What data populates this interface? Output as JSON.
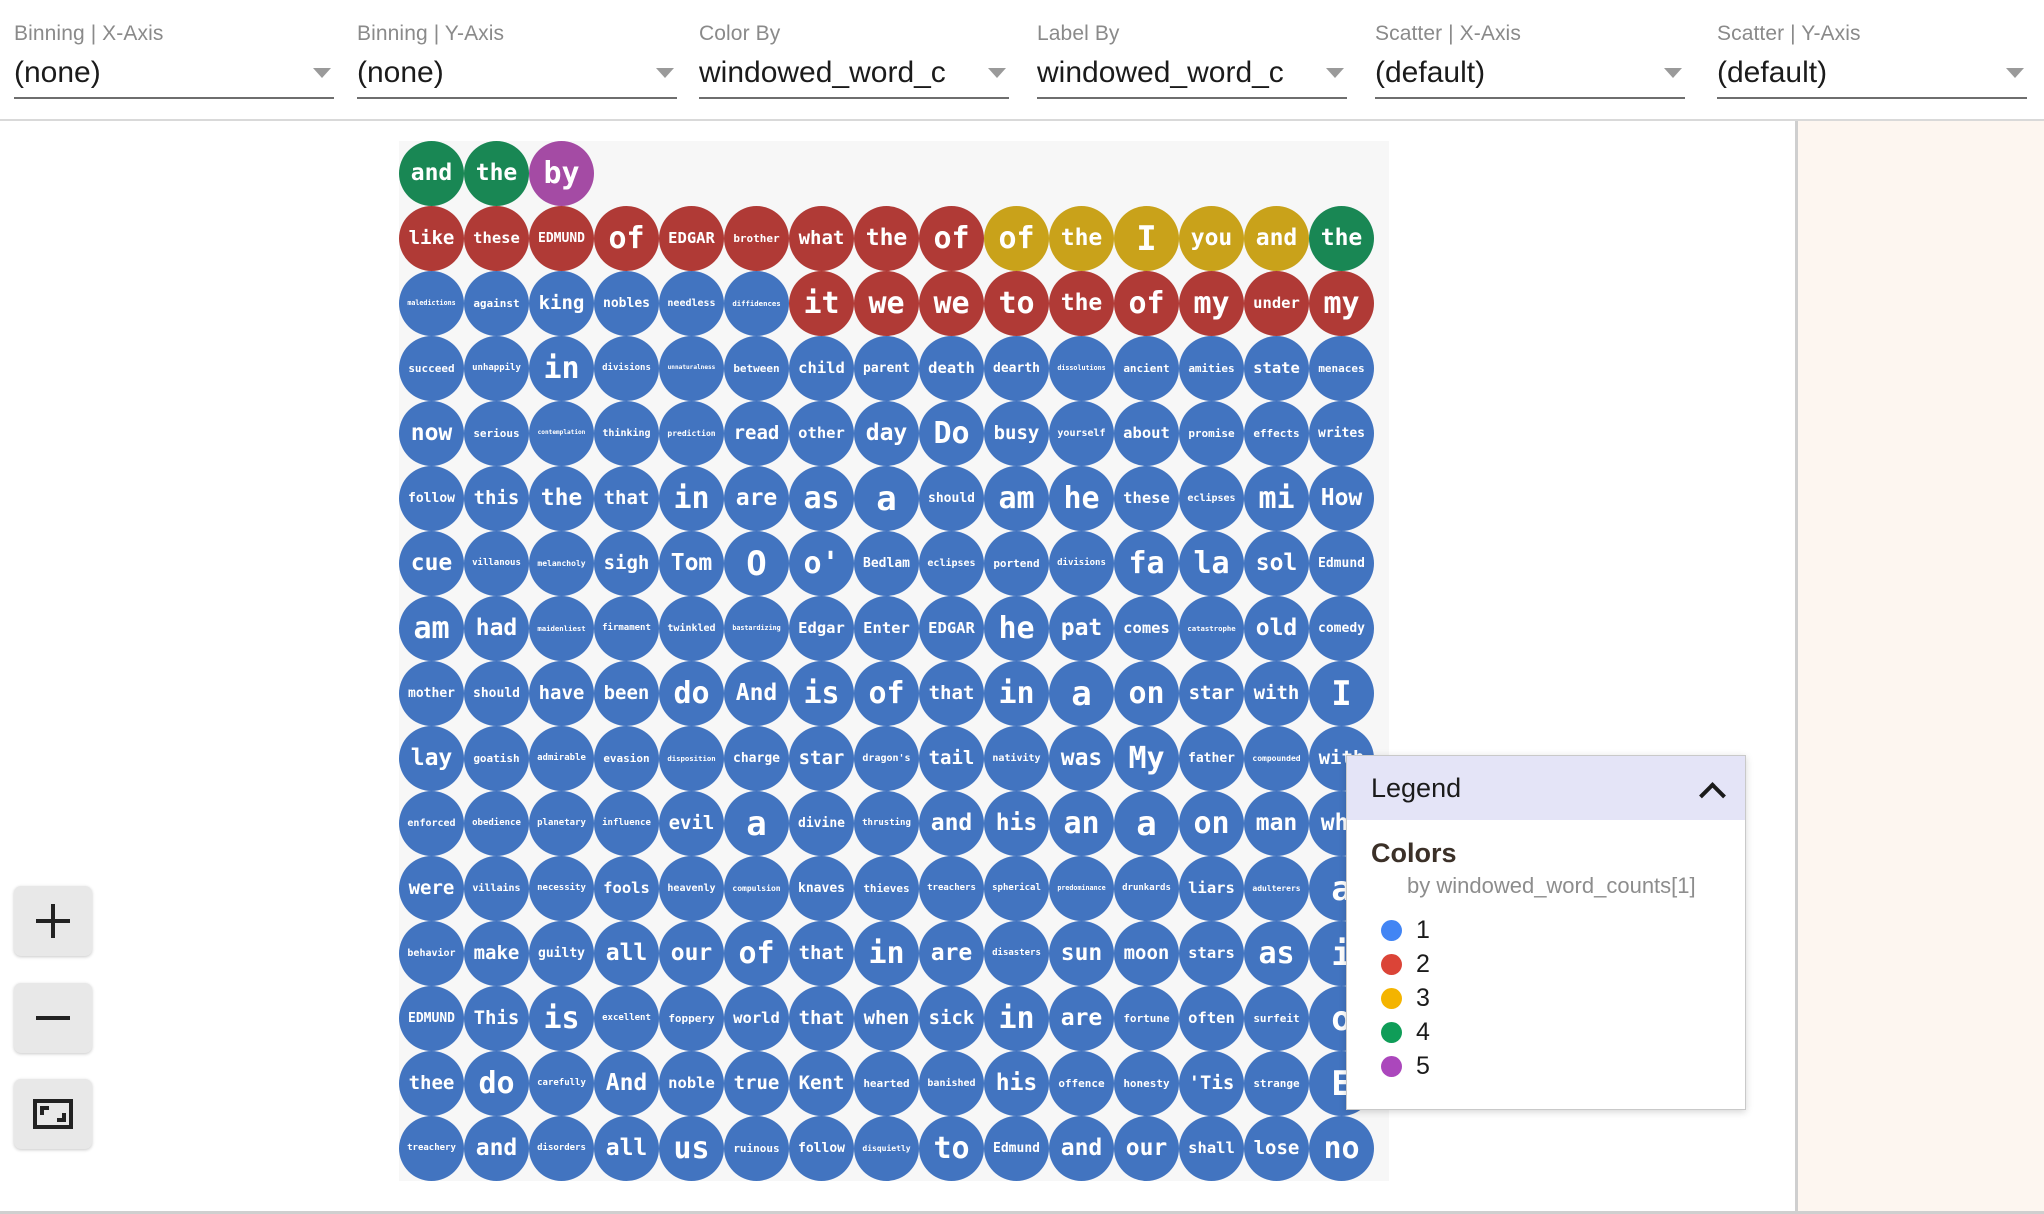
{
  "toolbar": {
    "controls": [
      {
        "label": "Binning | X-Axis",
        "value": "(none)",
        "icon": "chevron-down-icon",
        "name": "binning-x-axis"
      },
      {
        "label": "Binning | Y-Axis",
        "value": "(none)",
        "icon": "chevron-down-icon",
        "name": "binning-y-axis"
      },
      {
        "label": "Color By",
        "value": "windowed_word_c",
        "icon": "chevron-down-icon",
        "name": "color-by"
      },
      {
        "label": "Label By",
        "value": "windowed_word_c",
        "icon": "chevron-down-icon",
        "name": "label-by"
      },
      {
        "label": "Scatter | X-Axis",
        "value": "(default)",
        "icon": "chevron-down-icon",
        "name": "scatter-x-axis"
      },
      {
        "label": "Scatter | Y-Axis",
        "value": "(default)",
        "icon": "chevron-down-icon",
        "name": "scatter-y-axis"
      }
    ]
  },
  "zoom_controls": [
    {
      "name": "zoom-in-button",
      "icon": "plus-icon",
      "label": "+"
    },
    {
      "name": "zoom-out-button",
      "icon": "minus-icon",
      "label": "−"
    },
    {
      "name": "zoom-fit-button",
      "icon": "fit-to-screen-icon",
      "label": ""
    }
  ],
  "legend": {
    "title": "Legend",
    "collapse_icon": "chevron-up-icon",
    "section_title": "Colors",
    "subtitle": "by windowed_word_counts[1]",
    "items": [
      {
        "value": "1",
        "color": "#4285F4"
      },
      {
        "value": "2",
        "color": "#DB4437"
      },
      {
        "value": "3",
        "color": "#F4B400"
      },
      {
        "value": "4",
        "color": "#0F9D58"
      },
      {
        "value": "5",
        "color": "#AB47BC"
      }
    ]
  },
  "chart_data": {
    "type": "scatter",
    "title": "",
    "xlabel": "",
    "ylabel": "",
    "color_field": "windowed_word_counts[1]",
    "label_field": "windowed_word_counts[1]",
    "color_scale": {
      "1": "#4274c0",
      "2": "#b03a36",
      "3": "#c9a21a",
      "4": "#198754",
      "5": "#a44ba4"
    },
    "columns": 15,
    "rows": 18,
    "grid": [
      [
        {
          "t": "and",
          "c": 4
        },
        {
          "t": "the",
          "c": 4
        },
        {
          "t": "by",
          "c": 5
        },
        {
          "t": "",
          "c": 0
        },
        {
          "t": "",
          "c": 0
        },
        {
          "t": "",
          "c": 0
        },
        {
          "t": "",
          "c": 0
        },
        {
          "t": "",
          "c": 0
        },
        {
          "t": "",
          "c": 0
        },
        {
          "t": "",
          "c": 0
        },
        {
          "t": "",
          "c": 0
        },
        {
          "t": "",
          "c": 0
        },
        {
          "t": "",
          "c": 0
        },
        {
          "t": "",
          "c": 0
        },
        {
          "t": "",
          "c": 0
        }
      ],
      [
        {
          "t": "like",
          "c": 2
        },
        {
          "t": "these",
          "c": 2
        },
        {
          "t": "EDMUND",
          "c": 2
        },
        {
          "t": "of",
          "c": 2
        },
        {
          "t": "EDGAR",
          "c": 2
        },
        {
          "t": "brother",
          "c": 2
        },
        {
          "t": "what",
          "c": 2
        },
        {
          "t": "the",
          "c": 2
        },
        {
          "t": "of",
          "c": 2
        },
        {
          "t": "of",
          "c": 3
        },
        {
          "t": "the",
          "c": 3
        },
        {
          "t": "I",
          "c": 3
        },
        {
          "t": "you",
          "c": 3
        },
        {
          "t": "and",
          "c": 3
        },
        {
          "t": "the",
          "c": 4
        }
      ],
      [
        {
          "t": "maledictions",
          "c": 1
        },
        {
          "t": "against",
          "c": 1
        },
        {
          "t": "king",
          "c": 1
        },
        {
          "t": "nobles",
          "c": 1
        },
        {
          "t": "needless",
          "c": 1
        },
        {
          "t": "diffidences",
          "c": 1
        },
        {
          "t": "it",
          "c": 2
        },
        {
          "t": "we",
          "c": 2
        },
        {
          "t": "we",
          "c": 2
        },
        {
          "t": "to",
          "c": 2
        },
        {
          "t": "the",
          "c": 2
        },
        {
          "t": "of",
          "c": 2
        },
        {
          "t": "my",
          "c": 2
        },
        {
          "t": "under",
          "c": 2
        },
        {
          "t": "my",
          "c": 2
        }
      ],
      [
        {
          "t": "succeed",
          "c": 1
        },
        {
          "t": "unhappily",
          "c": 1
        },
        {
          "t": "in",
          "c": 1
        },
        {
          "t": "divisions",
          "c": 1
        },
        {
          "t": "unnaturalness",
          "c": 1
        },
        {
          "t": "between",
          "c": 1
        },
        {
          "t": "child",
          "c": 1
        },
        {
          "t": "parent",
          "c": 1
        },
        {
          "t": "death",
          "c": 1
        },
        {
          "t": "dearth",
          "c": 1
        },
        {
          "t": "dissolutions",
          "c": 1
        },
        {
          "t": "ancient",
          "c": 1
        },
        {
          "t": "amities",
          "c": 1
        },
        {
          "t": "state",
          "c": 1
        },
        {
          "t": "menaces",
          "c": 1
        }
      ],
      [
        {
          "t": "now",
          "c": 1
        },
        {
          "t": "serious",
          "c": 1
        },
        {
          "t": "contemplation",
          "c": 1
        },
        {
          "t": "thinking",
          "c": 1
        },
        {
          "t": "prediction",
          "c": 1
        },
        {
          "t": "read",
          "c": 1
        },
        {
          "t": "other",
          "c": 1
        },
        {
          "t": "day",
          "c": 1
        },
        {
          "t": "Do",
          "c": 1
        },
        {
          "t": "busy",
          "c": 1
        },
        {
          "t": "yourself",
          "c": 1
        },
        {
          "t": "about",
          "c": 1
        },
        {
          "t": "promise",
          "c": 1
        },
        {
          "t": "effects",
          "c": 1
        },
        {
          "t": "writes",
          "c": 1
        }
      ],
      [
        {
          "t": "follow",
          "c": 1
        },
        {
          "t": "this",
          "c": 1
        },
        {
          "t": "the",
          "c": 1
        },
        {
          "t": "that",
          "c": 1
        },
        {
          "t": "in",
          "c": 1
        },
        {
          "t": "are",
          "c": 1
        },
        {
          "t": "as",
          "c": 1
        },
        {
          "t": "a",
          "c": 1
        },
        {
          "t": "should",
          "c": 1
        },
        {
          "t": "am",
          "c": 1
        },
        {
          "t": "he",
          "c": 1
        },
        {
          "t": "these",
          "c": 1
        },
        {
          "t": "eclipses",
          "c": 1
        },
        {
          "t": "mi",
          "c": 1
        },
        {
          "t": "How",
          "c": 1
        }
      ],
      [
        {
          "t": "cue",
          "c": 1
        },
        {
          "t": "villanous",
          "c": 1
        },
        {
          "t": "melancholy",
          "c": 1
        },
        {
          "t": "sigh",
          "c": 1
        },
        {
          "t": "Tom",
          "c": 1
        },
        {
          "t": "O",
          "c": 1
        },
        {
          "t": "o'",
          "c": 1
        },
        {
          "t": "Bedlam",
          "c": 1
        },
        {
          "t": "eclipses",
          "c": 1
        },
        {
          "t": "portend",
          "c": 1
        },
        {
          "t": "divisions",
          "c": 1
        },
        {
          "t": "fa",
          "c": 1
        },
        {
          "t": "la",
          "c": 1
        },
        {
          "t": "sol",
          "c": 1
        },
        {
          "t": "Edmund",
          "c": 1
        }
      ],
      [
        {
          "t": "am",
          "c": 1
        },
        {
          "t": "had",
          "c": 1
        },
        {
          "t": "maidenliest",
          "c": 1
        },
        {
          "t": "firmament",
          "c": 1
        },
        {
          "t": "twinkled",
          "c": 1
        },
        {
          "t": "bastardizing",
          "c": 1
        },
        {
          "t": "Edgar",
          "c": 1
        },
        {
          "t": "Enter",
          "c": 1
        },
        {
          "t": "EDGAR",
          "c": 1
        },
        {
          "t": "he",
          "c": 1
        },
        {
          "t": "pat",
          "c": 1
        },
        {
          "t": "comes",
          "c": 1
        },
        {
          "t": "catastrophe",
          "c": 1
        },
        {
          "t": "old",
          "c": 1
        },
        {
          "t": "comedy",
          "c": 1
        }
      ],
      [
        {
          "t": "mother",
          "c": 1
        },
        {
          "t": "should",
          "c": 1
        },
        {
          "t": "have",
          "c": 1
        },
        {
          "t": "been",
          "c": 1
        },
        {
          "t": "do",
          "c": 1
        },
        {
          "t": "And",
          "c": 1
        },
        {
          "t": "is",
          "c": 1
        },
        {
          "t": "of",
          "c": 1
        },
        {
          "t": "that",
          "c": 1
        },
        {
          "t": "in",
          "c": 1
        },
        {
          "t": "a",
          "c": 1
        },
        {
          "t": "on",
          "c": 1
        },
        {
          "t": "star",
          "c": 1
        },
        {
          "t": "with",
          "c": 1
        },
        {
          "t": "I",
          "c": 1
        }
      ],
      [
        {
          "t": "lay",
          "c": 1
        },
        {
          "t": "goatish",
          "c": 1
        },
        {
          "t": "admirable",
          "c": 1
        },
        {
          "t": "evasion",
          "c": 1
        },
        {
          "t": "disposition",
          "c": 1
        },
        {
          "t": "charge",
          "c": 1
        },
        {
          "t": "star",
          "c": 1
        },
        {
          "t": "dragon's",
          "c": 1
        },
        {
          "t": "tail",
          "c": 1
        },
        {
          "t": "nativity",
          "c": 1
        },
        {
          "t": "was",
          "c": 1
        },
        {
          "t": "My",
          "c": 1
        },
        {
          "t": "father",
          "c": 1
        },
        {
          "t": "compounded",
          "c": 1
        },
        {
          "t": "with",
          "c": 1
        }
      ],
      [
        {
          "t": "enforced",
          "c": 1
        },
        {
          "t": "obedience",
          "c": 1
        },
        {
          "t": "planetary",
          "c": 1
        },
        {
          "t": "influence",
          "c": 1
        },
        {
          "t": "evil",
          "c": 1
        },
        {
          "t": "a",
          "c": 1
        },
        {
          "t": "divine",
          "c": 1
        },
        {
          "t": "thrusting",
          "c": 1
        },
        {
          "t": "and",
          "c": 1
        },
        {
          "t": "his",
          "c": 1
        },
        {
          "t": "an",
          "c": 1
        },
        {
          "t": "a",
          "c": 1
        },
        {
          "t": "on",
          "c": 1
        },
        {
          "t": "man",
          "c": 1
        },
        {
          "t": "who",
          "c": 1
        }
      ],
      [
        {
          "t": "were",
          "c": 1
        },
        {
          "t": "villains",
          "c": 1
        },
        {
          "t": "necessity",
          "c": 1
        },
        {
          "t": "fools",
          "c": 1
        },
        {
          "t": "heavenly",
          "c": 1
        },
        {
          "t": "compulsion",
          "c": 1
        },
        {
          "t": "knaves",
          "c": 1
        },
        {
          "t": "thieves",
          "c": 1
        },
        {
          "t": "treachers",
          "c": 1
        },
        {
          "t": "spherical",
          "c": 1
        },
        {
          "t": "predominance",
          "c": 1
        },
        {
          "t": "drunkards",
          "c": 1
        },
        {
          "t": "liars",
          "c": 1
        },
        {
          "t": "adulterers",
          "c": 1
        },
        {
          "t": "a",
          "c": 1
        }
      ],
      [
        {
          "t": "behavior",
          "c": 1
        },
        {
          "t": "make",
          "c": 1
        },
        {
          "t": "guilty",
          "c": 1
        },
        {
          "t": "all",
          "c": 1
        },
        {
          "t": "our",
          "c": 1
        },
        {
          "t": "of",
          "c": 1
        },
        {
          "t": "that",
          "c": 1
        },
        {
          "t": "in",
          "c": 1
        },
        {
          "t": "are",
          "c": 1
        },
        {
          "t": "disasters",
          "c": 1
        },
        {
          "t": "sun",
          "c": 1
        },
        {
          "t": "moon",
          "c": 1
        },
        {
          "t": "stars",
          "c": 1
        },
        {
          "t": "as",
          "c": 1
        },
        {
          "t": "i",
          "c": 1
        }
      ],
      [
        {
          "t": "EDMUND",
          "c": 1
        },
        {
          "t": "This",
          "c": 1
        },
        {
          "t": "is",
          "c": 1
        },
        {
          "t": "excellent",
          "c": 1
        },
        {
          "t": "foppery",
          "c": 1
        },
        {
          "t": "world",
          "c": 1
        },
        {
          "t": "that",
          "c": 1
        },
        {
          "t": "when",
          "c": 1
        },
        {
          "t": "sick",
          "c": 1
        },
        {
          "t": "in",
          "c": 1
        },
        {
          "t": "are",
          "c": 1
        },
        {
          "t": "fortune",
          "c": 1
        },
        {
          "t": "often",
          "c": 1
        },
        {
          "t": "surfeit",
          "c": 1
        },
        {
          "t": "o",
          "c": 1
        }
      ],
      [
        {
          "t": "thee",
          "c": 1
        },
        {
          "t": "do",
          "c": 1
        },
        {
          "t": "carefully",
          "c": 1
        },
        {
          "t": "And",
          "c": 1
        },
        {
          "t": "noble",
          "c": 1
        },
        {
          "t": "true",
          "c": 1
        },
        {
          "t": "Kent",
          "c": 1
        },
        {
          "t": "hearted",
          "c": 1
        },
        {
          "t": "banished",
          "c": 1
        },
        {
          "t": "his",
          "c": 1
        },
        {
          "t": "offence",
          "c": 1
        },
        {
          "t": "honesty",
          "c": 1
        },
        {
          "t": "'Tis",
          "c": 1
        },
        {
          "t": "strange",
          "c": 1
        },
        {
          "t": "E",
          "c": 1
        }
      ],
      [
        {
          "t": "treachery",
          "c": 1
        },
        {
          "t": "and",
          "c": 1
        },
        {
          "t": "disorders",
          "c": 1
        },
        {
          "t": "all",
          "c": 1
        },
        {
          "t": "us",
          "c": 1
        },
        {
          "t": "ruinous",
          "c": 1
        },
        {
          "t": "follow",
          "c": 1
        },
        {
          "t": "disquietly",
          "c": 1
        },
        {
          "t": "to",
          "c": 1
        },
        {
          "t": "Edmund",
          "c": 1
        },
        {
          "t": "and",
          "c": 1
        },
        {
          "t": "our",
          "c": 1
        },
        {
          "t": "shall",
          "c": 1
        },
        {
          "t": "lose",
          "c": 1
        },
        {
          "t": "no",
          "c": 1
        }
      ]
    ]
  }
}
